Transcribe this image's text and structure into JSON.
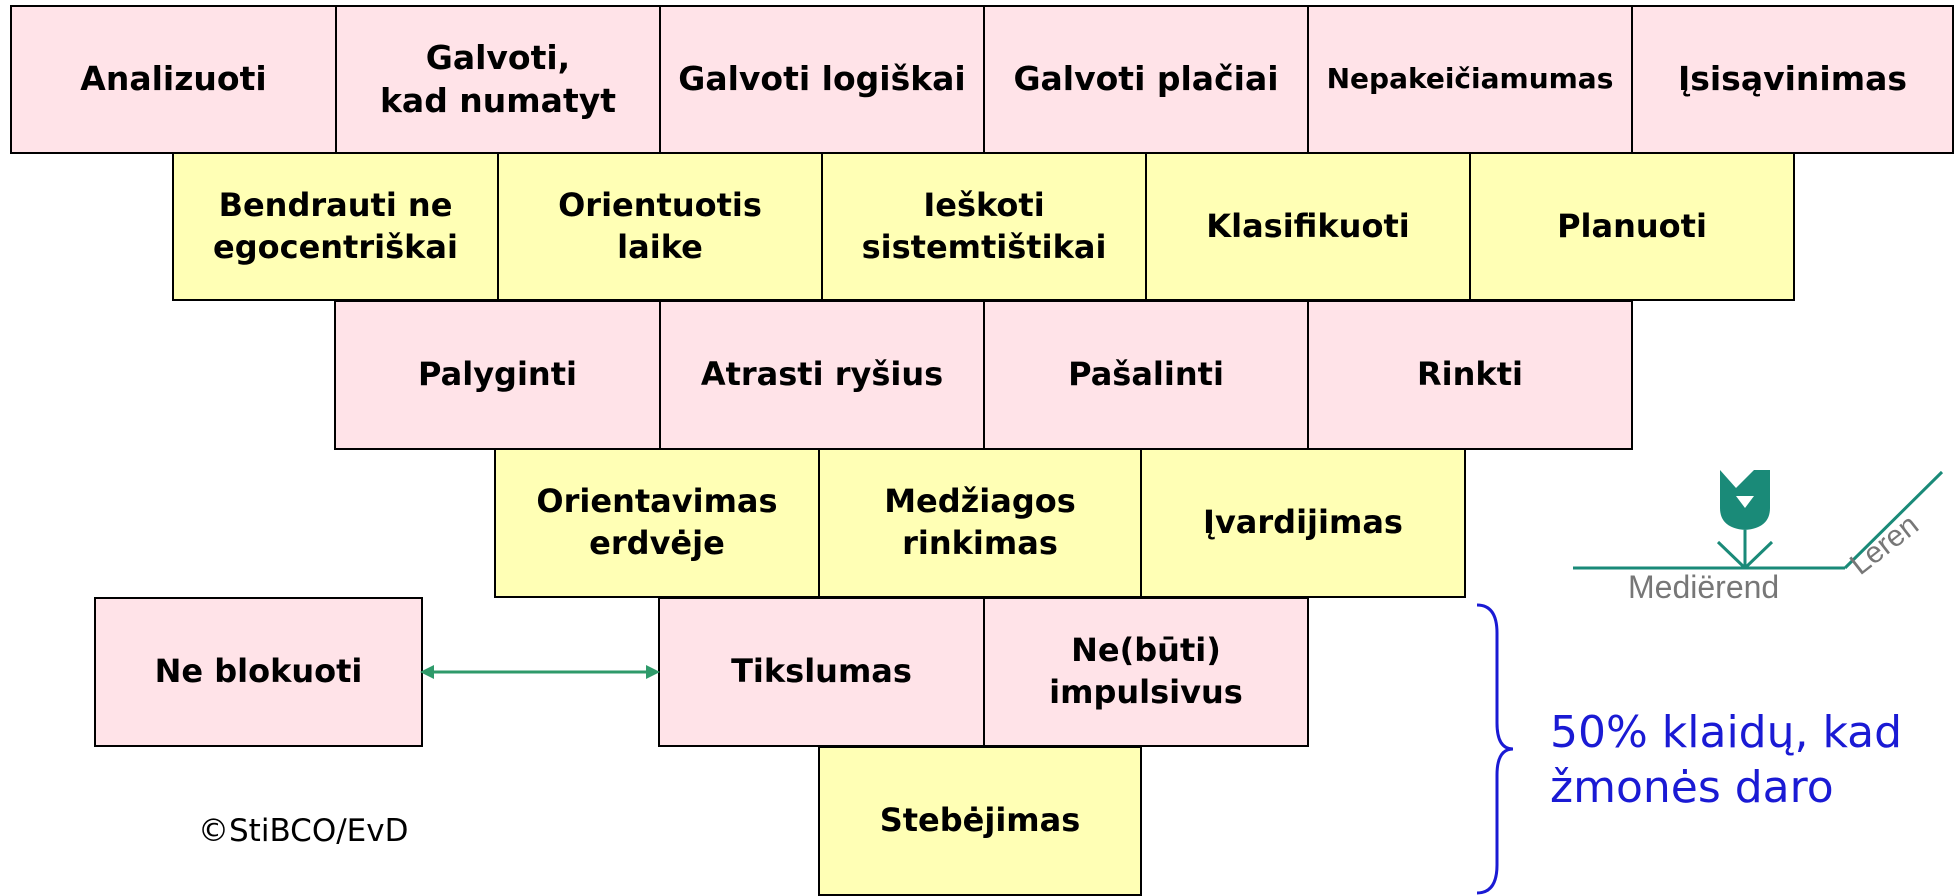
{
  "pyramid": {
    "row1": [
      "Analizuoti",
      "Galvoti,\nkad numatyt",
      "Galvoti logiškai",
      "Galvoti plačiai",
      "Nepakeičiamumas",
      "Įsisąvinimas"
    ],
    "row2": [
      "Bendrauti ne\negocentriškai",
      "Orientuotis\nlaike",
      "Ieškoti\nsistemtištikai",
      "Klasifikuoti",
      "Planuoti"
    ],
    "row3": [
      "Palyginti",
      "Atrasti ryšius",
      "Pašalinti",
      "Rinkti"
    ],
    "row4": [
      "Orientavimas\nerdvėje",
      "Medžiagos\nrinkimas",
      "Įvardijimas"
    ],
    "row5": [
      "Tikslumas",
      "Ne(būti)\nimpulsivus"
    ],
    "row6": [
      "Stebėjimas"
    ]
  },
  "side_box": "Ne blokuoti",
  "note": "50% klaidų, kad\nžmonės daro",
  "copyright": "©StiBCO/EvD",
  "logo": {
    "word1": "Mediërend",
    "word2": "Leren",
    "color": "#1a8a78"
  },
  "colors": {
    "pink": "#ffe3e8",
    "yellow": "#ffffb5",
    "note": "#1a1ad4",
    "arrow": "#2e9a6a"
  }
}
